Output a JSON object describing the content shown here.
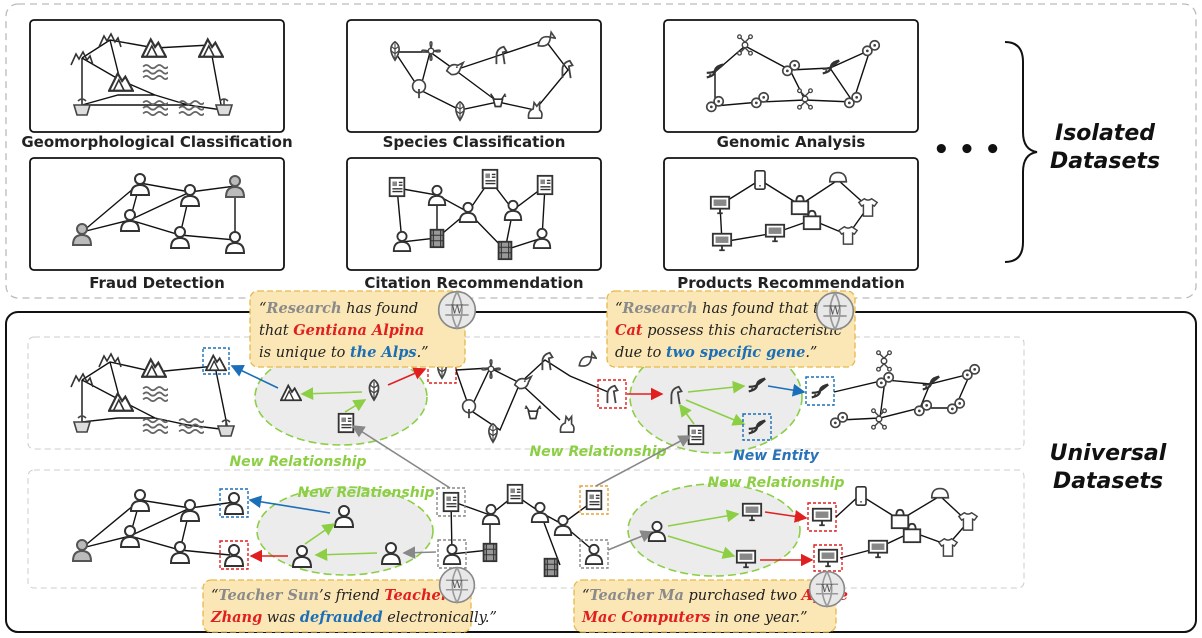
{
  "panels": [
    {
      "label": "Geomorphological Classification"
    },
    {
      "label": "Species Classification"
    },
    {
      "label": "Genomic Analysis"
    },
    {
      "label": "Fraud Detection"
    },
    {
      "label": "Citation Recommendation"
    },
    {
      "label": "Products Recommendation"
    }
  ],
  "ellipsis": "• • •",
  "isolated": {
    "line1": "Isolated",
    "line2": "Datasets"
  },
  "universal": {
    "line1": "Universal",
    "line2": "Datasets"
  },
  "relations": {
    "new_relationship": "New Relationship",
    "new_entity": "New Entity"
  },
  "quotes": {
    "q1": {
      "open": "“",
      "a": "Research",
      "b": " has found",
      "c": "that ",
      "d": "Gentiana Alpina",
      "e": "is unique to ",
      "f": "the Alps",
      "g": ".”"
    },
    "q2": {
      "open": "“",
      "a": "Research",
      "b": " has found that this",
      "c": "Cat",
      "d": " possess this characteristic",
      "e": "due to ",
      "f": "two specific gene",
      "g": ".”"
    },
    "q3": {
      "open": "“",
      "a": "Teacher Sun",
      "b": "’s friend ",
      "c": "Teacher",
      "d": "Zhang",
      "e": " was ",
      "f": "defrauded",
      "g": " electronically.”"
    },
    "q4": {
      "open": "“",
      "a": "Teacher Ma",
      "b": " purchased two ",
      "c": "Apple",
      "d": "Mac Computers",
      "e": " in one year.”"
    }
  },
  "colors": {
    "green": "#8ccf45",
    "red": "#e21f1f",
    "blue": "#1a6fb8",
    "quote_bg": "#fbe7b5",
    "quote_border": "#e6b84a"
  }
}
